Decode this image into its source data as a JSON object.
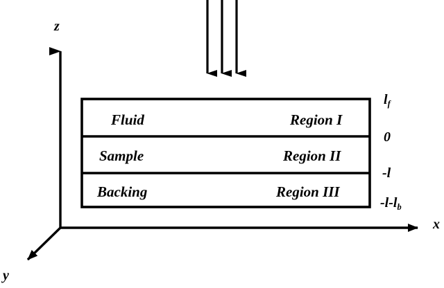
{
  "diagram": {
    "title": "Layered fluid-sample-backing stack with incident beam and coordinate axes",
    "background_color": "#ffffff",
    "stroke_color": "#000000",
    "axes": {
      "z_label": "z",
      "x_label": "x",
      "y_label": "y"
    },
    "incident_beam": {
      "arrow_count": 3,
      "direction": "downward"
    },
    "layers": [
      {
        "name": "Fluid",
        "region": "Region I"
      },
      {
        "name": "Sample",
        "region": "Region II"
      },
      {
        "name": "Backing",
        "region": "Region III"
      }
    ],
    "boundaries": [
      {
        "value": "l",
        "subscript": "f",
        "sign": ""
      },
      {
        "value": "0",
        "subscript": "",
        "sign": ""
      },
      {
        "value": "-l",
        "subscript": "",
        "sign": ""
      },
      {
        "value": "-l-l",
        "subscript": "b",
        "sign": ""
      }
    ]
  }
}
